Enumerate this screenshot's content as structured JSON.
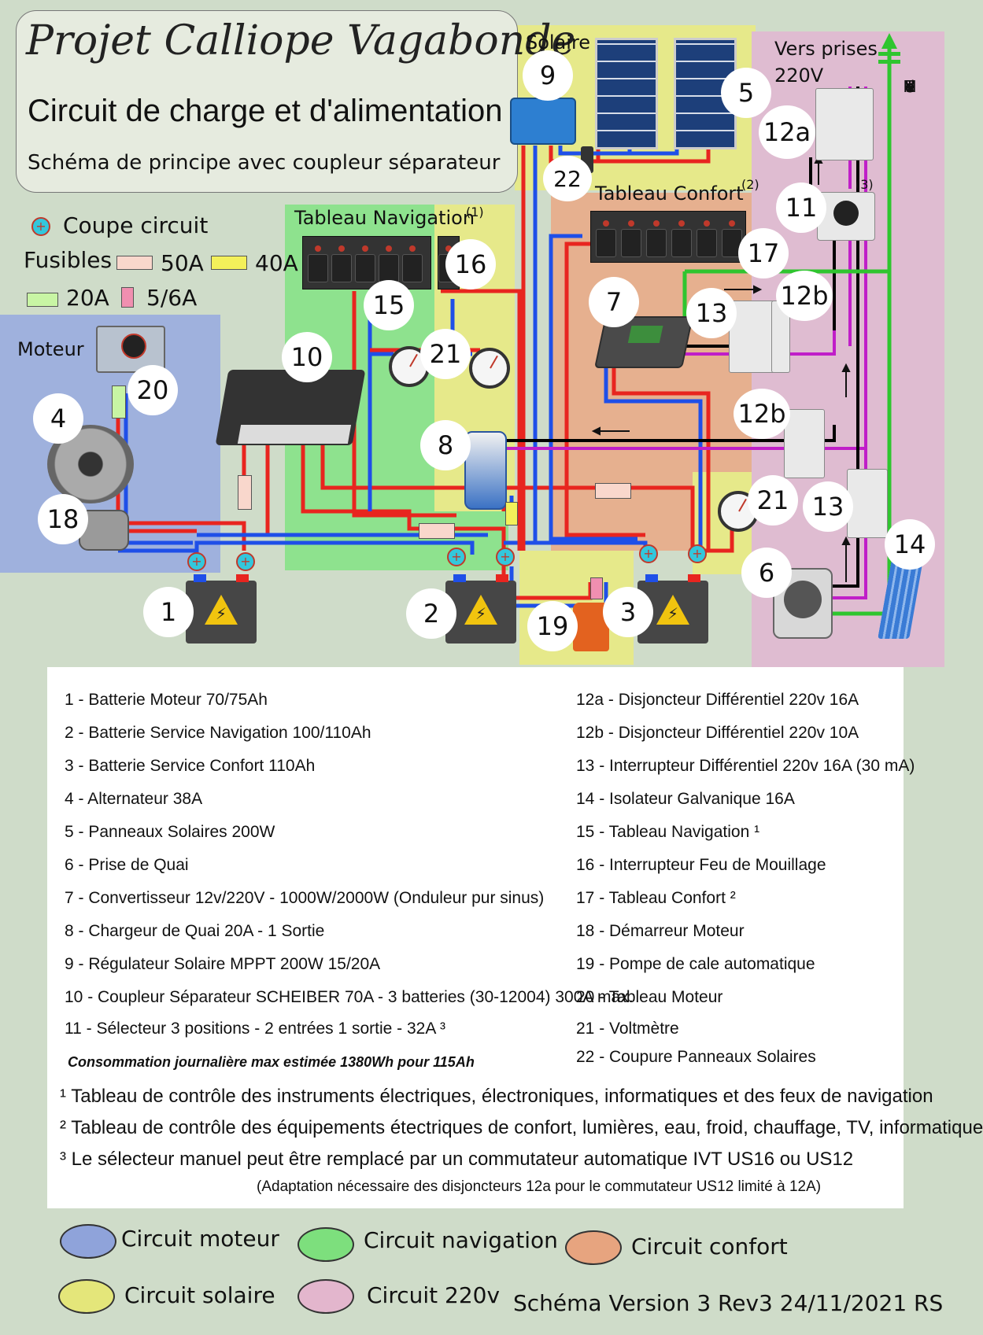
{
  "title": {
    "main": "Projet Calliope Vagabonde",
    "subtitle": "Circuit de charge et d'alimentation",
    "subsubtitle": "Schéma de principe avec coupleur séparateur"
  },
  "key": {
    "coupe_circuit": "Coupe circuit",
    "fusibles": "Fusibles",
    "f50": "50A",
    "f40": "40A",
    "f20": "20A",
    "f56": "5/6A"
  },
  "labels": {
    "moteur": "Moteur",
    "solaire": "Solaire",
    "tableau_nav": "Tableau Navigation",
    "tableau_nav_sup": "(1)",
    "tableau_confort": "Tableau Confort",
    "tableau_confort_sup": "(2)",
    "vers_prises": "Vers prises",
    "v220": "220V",
    "sel_sup": "(3)",
    "vertical": [
      "V",
      "e",
      "r",
      "s",
      "",
      "T",
      "e",
      "r",
      "r",
      "e",
      "",
      "d",
      "e",
      "",
      "M",
      "e",
      "r"
    ]
  },
  "numbers": [
    "1",
    "2",
    "3",
    "4",
    "5",
    "6",
    "7",
    "8",
    "9",
    "10",
    "11",
    "12a",
    "12b",
    "12b",
    "13",
    "13",
    "14",
    "15",
    "16",
    "17",
    "18",
    "19",
    "20",
    "21",
    "21",
    "22"
  ],
  "legend_left": [
    "1 - Batterie Moteur 70/75Ah",
    "2 - Batterie Service Navigation 100/110Ah",
    "3 - Batterie Service Confort 110Ah",
    "4 - Alternateur 38A",
    "5 - Panneaux Solaires 200W",
    "6 - Prise de Quai",
    "7 - Convertisseur 12v/220V - 1000W/2000W (Onduleur pur sinus)",
    "8 - Chargeur de Quai 20A - 1 Sortie",
    "9 - Régulateur Solaire MPPT 200W 15/20A",
    "10 - Coupleur Séparateur SCHEIBER 70A - 3 batteries (30-12004) 300A max.",
    "11 - Sélecteur 3 positions - 2 entrées 1 sortie - 32A ³"
  ],
  "legend_right": [
    "12a - Disjoncteur Différentiel 220v 16A",
    "12b - Disjoncteur Différentiel 220v 10A",
    "13 - Interrupteur Différentiel 220v 16A (30 mA)",
    "14 - Isolateur Galvanique 16A",
    "15 - Tableau Navigation ¹",
    "16 - Interrupteur Feu de Mouillage",
    "17 - Tableau Confort ²",
    "18 - Démarreur Moteur",
    "19 - Pompe de cale automatique",
    "20 - Tableau Moteur",
    "21 - Voltmètre",
    "22 - Coupure Panneaux Solaires"
  ],
  "consumption": "Consommation journalière max estimée 1380Wh pour 115Ah",
  "footnotes": [
    "¹ Tableau de contrôle des instruments électriques, électroniques, informatiques et des feux de navigation",
    "² Tableau de contrôle des équipements étectriques de confort, lumières, eau, froid, chauffage, TV, informatique",
    "³ Le sélecteur manuel peut être remplacé par un commutateur automatique IVT US16 ou US12",
    "(Adaptation nécessaire des disjoncteurs 12a pour le commutateur US12 limité à 12A)"
  ],
  "circuits": [
    {
      "label": "Circuit moteur",
      "color": "#8fa3da"
    },
    {
      "label": "Circuit navigation",
      "color": "#7ddf7d"
    },
    {
      "label": "Circuit confort",
      "color": "#e7a47f"
    },
    {
      "label": "Circuit solaire",
      "color": "#e4e67a"
    },
    {
      "label": "Circuit 220v",
      "color": "#e3b6cd"
    }
  ],
  "version": "Schéma  Version 3 Rev3  24/11/2021 RS",
  "colors": {
    "background": "#cfdcc9",
    "zone_moteur": "#9fb1dd",
    "zone_navigation": "#8ee28e",
    "zone_solaire": "#e6e98a",
    "zone_confort": "#e6b08f",
    "zone_220v": "#dfbcd1",
    "wire_positive": "#e8251f",
    "wire_negative": "#1f4fe8",
    "wire_earth": "#2fc52f",
    "wire_220_phase": "#c01ec8",
    "fuse_50a": "#f9d7cc",
    "fuse_40a": "#f3f05a",
    "fuse_20a": "#c8f5a4",
    "fuse_5a": "#f08fb0"
  }
}
